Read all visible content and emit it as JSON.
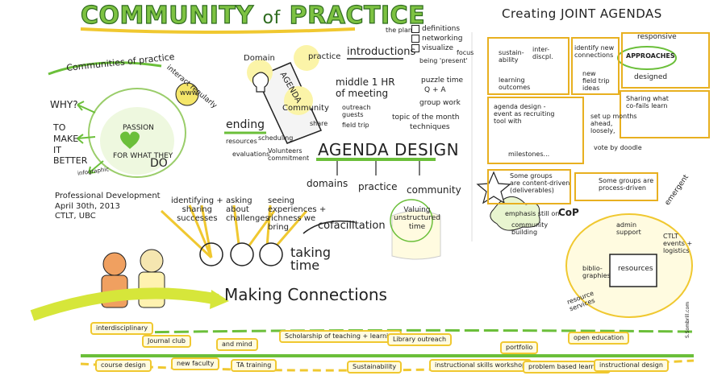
{
  "title": {
    "part1": "COMMUNITY",
    "part2": "of",
    "part3": "PRACTICE"
  },
  "left": {
    "communities_label": "Communities of practice",
    "interact_regularly": "interact regularly",
    "why": "WHY?",
    "to_make_it_better": [
      "TO",
      "MAKE",
      "IT",
      "BETTER"
    ],
    "passion": "PASSION",
    "for_what_they_do": "FOR WHAT THEY",
    "do": "DO",
    "www": "www",
    "infographic_tag": "infographic",
    "event_info": [
      "Professional Development",
      "April 30th, 2013",
      "CTLT, UBC"
    ]
  },
  "center": {
    "domain": "Domain",
    "practice": "practice",
    "agenda": "AGENDA",
    "community": "Community",
    "introductions": "introductions",
    "the_plan": "the plan",
    "checklist": [
      "definitions",
      "networking",
      "visualize"
    ],
    "focus": "focus",
    "being_present": "being 'present'",
    "middle_hr": [
      "middle 1 HR",
      "of meeting"
    ],
    "puzzle_time": "puzzle time",
    "qa": "Q + A",
    "outreach_guests": [
      "outreach",
      "guests"
    ],
    "field_trip": "field trip",
    "group_work": "group work",
    "topic_of_month": "topic of the month",
    "techniques": "techniques",
    "ending": "ending",
    "resources": "resources",
    "scheduling": "scheduling",
    "evaluations": "evaluations",
    "volunteers": [
      "Volunteers",
      "commitment"
    ],
    "share": "share",
    "agenda_design": "AGENDA DESIGN",
    "sub": [
      "domains",
      "practice",
      "community"
    ]
  },
  "middle": {
    "identifying": [
      "identifying +",
      "sharing",
      "successes"
    ],
    "asking": [
      "asking",
      "about",
      "challenges"
    ],
    "seeing": [
      "seeing",
      "experiences +",
      "richness we",
      "bring"
    ],
    "cofacilitation": "cofacilitation",
    "taking_time": [
      "taking",
      "time"
    ],
    "valuing": [
      "Valuing",
      "unstructured",
      "time"
    ]
  },
  "right": {
    "title": "Creating JOINT AGENDAS",
    "sustainability": [
      "sustain-",
      "ability"
    ],
    "interdisciplinary": [
      "inter-",
      "discpl."
    ],
    "identify_connections": [
      "identify new",
      "connections"
    ],
    "learning_outcomes": [
      "learning",
      "outcomes"
    ],
    "new_field_trip": [
      "new",
      "field trip",
      "ideas"
    ],
    "responsive": "responsive",
    "approaches": "APPROACHES",
    "designed": "designed",
    "sharing_cofails": [
      "Sharing what",
      "co-fails learn"
    ],
    "agenda_design_event": [
      "agenda design -",
      "event as recruiting",
      "tool with"
    ],
    "milestones": "milestones...",
    "setup_months": [
      "set up months",
      "ahead,",
      "loosely,"
    ],
    "vote_doodle": "vote by doodle",
    "content_driven": [
      "Some groups",
      "are content-driven",
      "(deliverables)"
    ],
    "process_driven": [
      "Some groups are",
      "process-driven"
    ],
    "emergent": "emergent",
    "emphasis": "emphasis still on",
    "cop": "CoP",
    "community_building": [
      "community",
      "building"
    ],
    "admin_support": [
      "admin",
      "support"
    ],
    "ctlt_events": [
      "CTLT",
      "events +",
      "logistics"
    ],
    "bibliographies": [
      "biblio-",
      "graphies"
    ],
    "resource_services": [
      "resource",
      "services"
    ],
    "resources": "resources"
  },
  "bottom": {
    "making_connections": "Making Connections",
    "topics": [
      "interdisciplinary",
      "Journal club",
      "and mind",
      "Scholarship of teaching + learning",
      "Library outreach",
      "portfolio",
      "open education",
      "course design",
      "new faculty",
      "TA training",
      "Sustainability",
      "instructional skills workshop",
      "problem based learning",
      "instructional design"
    ],
    "signature": "S.Sombrill.com"
  },
  "colors": {
    "green": "#6bbf3a",
    "yellow": "#f0c830",
    "orange": "#e8b020",
    "dark": "#222222"
  }
}
